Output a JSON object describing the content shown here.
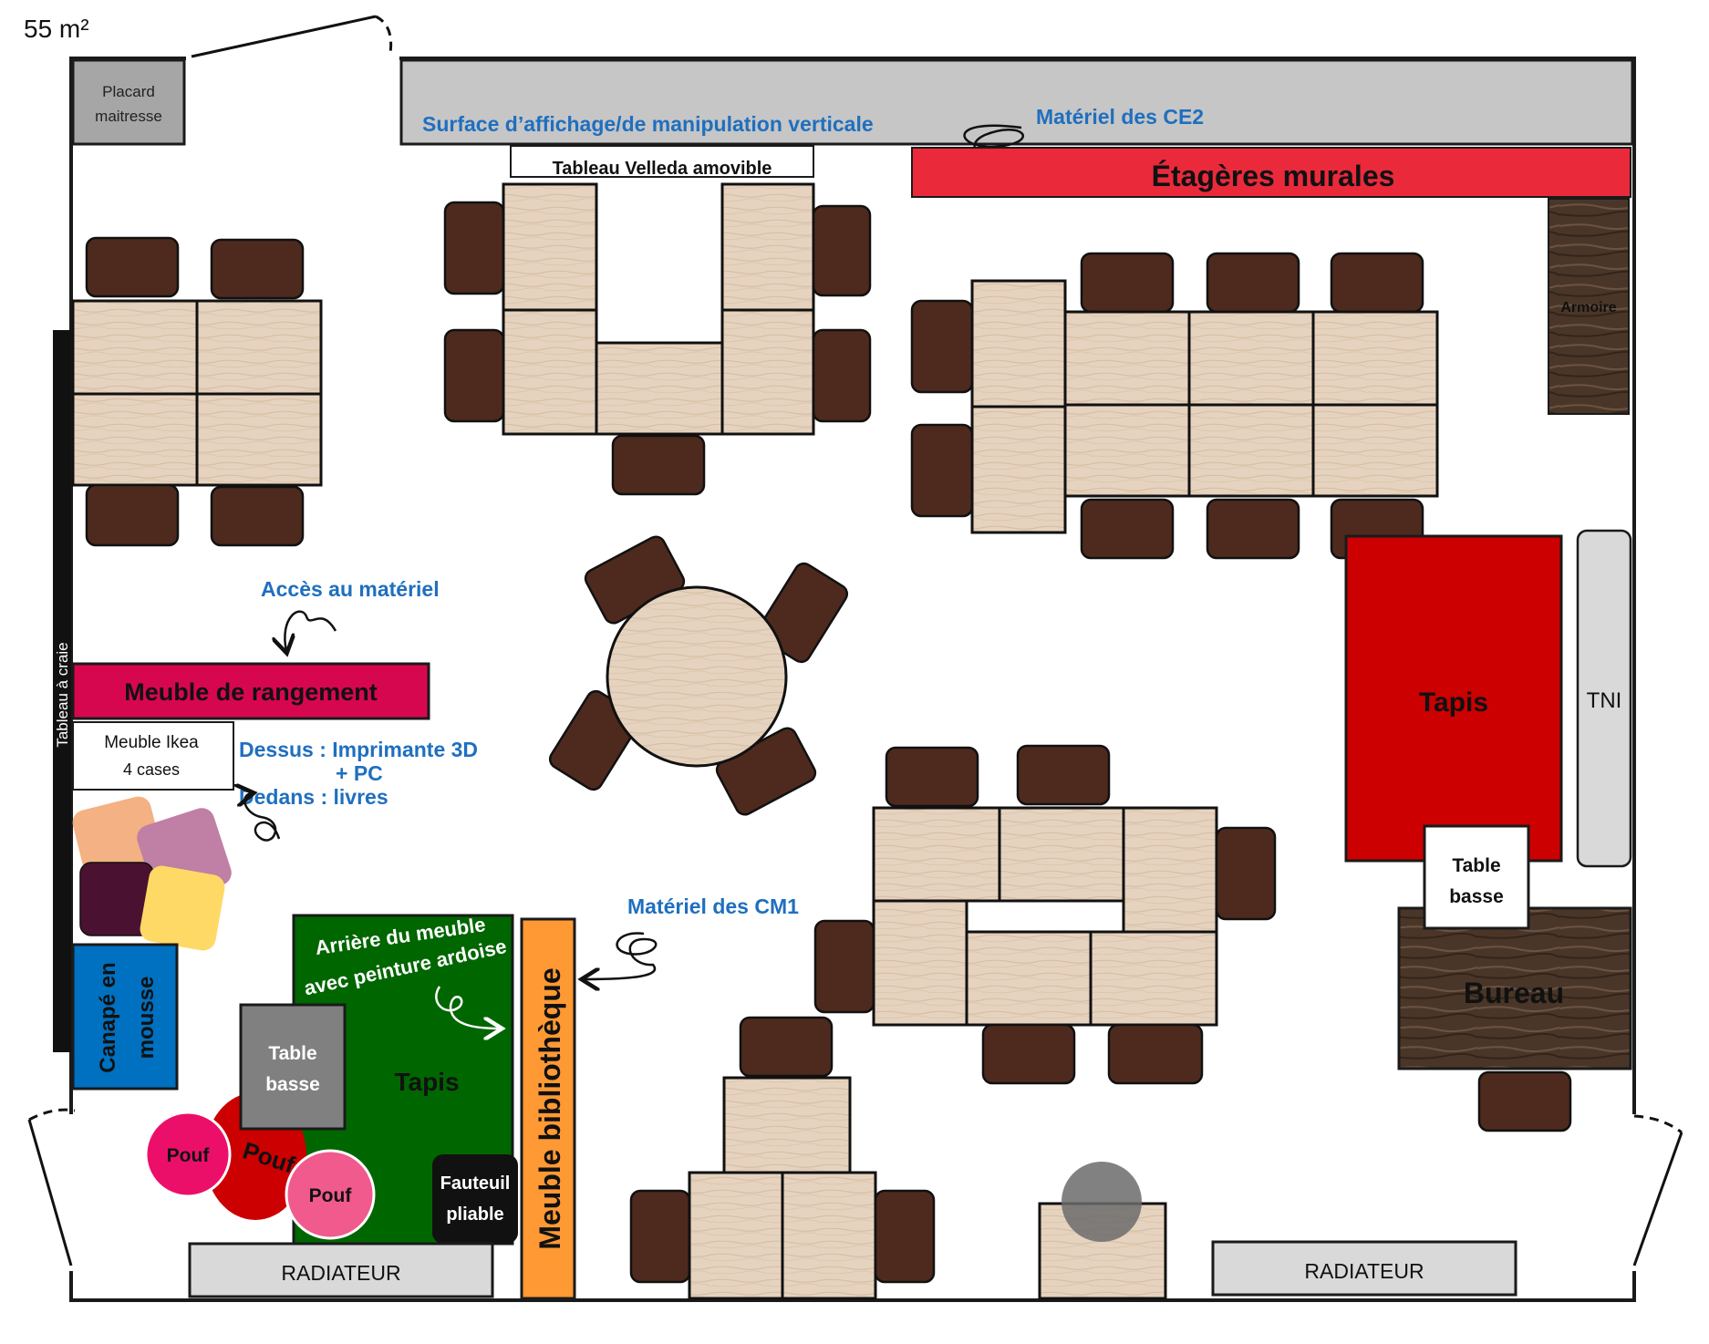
{
  "area": "55 m²",
  "labels": {
    "placard_line1": "Placard",
    "placard_line2": "maitresse",
    "affichage": "Surface d’affichage/de manipulation verticale",
    "velleda": "Tableau Velleda amovible",
    "ce2": "Matériel des CE2",
    "etageres": "Étagères murales",
    "armoire": "Armoire",
    "acces": "Accès au matériel",
    "meuble_rangement": "Meuble de rangement",
    "ikea_line1": "Meuble Ikea",
    "ikea_line2": "4 cases",
    "dessus": "Dessus : Imprimante 3D",
    "dessus_pc": "+ PC",
    "dedans": "Dedans : livres",
    "tableau_craie": "Tableau à craie",
    "canape_line1": "Canapé en",
    "canape_line2": "mousse",
    "arriere_line1": "Arrière du meuble",
    "arriere_line2": "avec peinture ardoise",
    "tapis_green": "Tapis",
    "table_basse_left_1": "Table",
    "table_basse_left_2": "basse",
    "pouf_1": "Pouf",
    "pouf_2": "Pouf",
    "pouf_3": "Pouf",
    "fauteuil_line1": "Fauteuil",
    "fauteuil_line2": "pliable",
    "meuble_biblio": "Meuble bibliothèque",
    "cm1": "Matériel des CM1",
    "tapis_red": "Tapis",
    "tni": "TNI",
    "table_basse_right_1": "Table",
    "table_basse_right_2": "basse",
    "bureau": "Bureau",
    "radiateur_left": "RADIATEUR",
    "radiateur_right": "RADIATEUR"
  },
  "colors": {
    "wall": "#1a1a1a",
    "desk": "#e6d3bf",
    "chair": "#4e2a1e",
    "gray_wall_panel": "#c6c6c6",
    "placard": "#a6a6a6",
    "shelf_red": "#ea2a3b",
    "rug_red": "#cc0000",
    "rug_green": "#006600",
    "storage_pink": "#d7074f",
    "library_orange": "#ff9933",
    "sofa_blue": "#0070c0",
    "wood_dark": "#4e3a2c",
    "annotation_blue": "#1f6fbf",
    "pouf_pink": "#ec0f6a",
    "pouf_light_pink": "#f05a8c",
    "radiator": "#d9d9d9"
  }
}
